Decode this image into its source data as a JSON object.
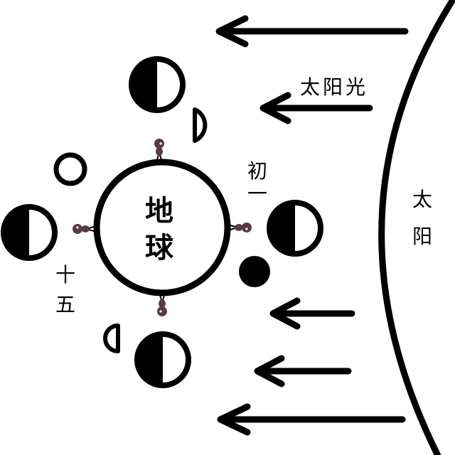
{
  "labels": {
    "sunlight": "太阳光",
    "sun_line1": "太",
    "sun_line2": "阳",
    "earth_line1": "地",
    "earth_line2": "球",
    "first_day_line1": "初",
    "first_day_line2": "一",
    "fifteenth_line1": "十",
    "fifteenth_line2": "五"
  },
  "colors": {
    "ink": "#000000",
    "paper": "#ffffff",
    "person": "#5a3a44"
  }
}
